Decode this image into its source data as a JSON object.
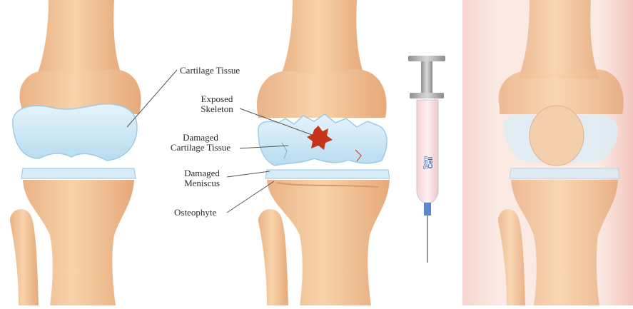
{
  "labels": {
    "cartilage_tissue": "Cartilage Tissue",
    "exposed_skeleton": {
      "line1": "Exposed",
      "line2": "Skeleton"
    },
    "damaged_cartilage": {
      "line1": "Damaged",
      "line2": "Cartilage Tissue"
    },
    "damaged_meniscus": {
      "line1": "Damaged",
      "line2": "Meniscus"
    },
    "osteophyte": "Osteophyte"
  },
  "syringe_brand": {
    "line1": "Stem",
    "line2": "Cell"
  },
  "colors": {
    "bone": "#f3c79a",
    "bone_shadow": "#e2a978",
    "cartilage": "#cfe8f6",
    "cartilage_edge": "#9fcbe6",
    "damage": "#c8331c",
    "skin": "#f4d4cc",
    "label_line": "#555555"
  }
}
